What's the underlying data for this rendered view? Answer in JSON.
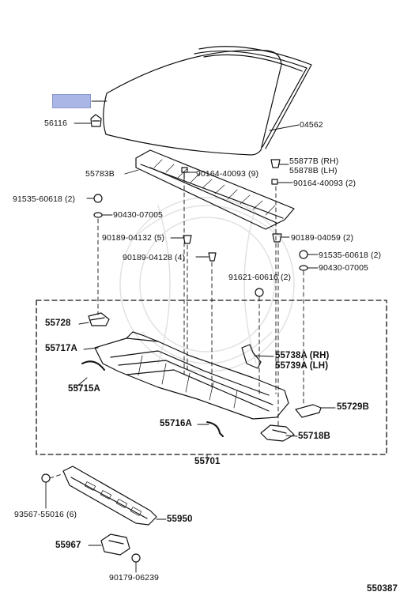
{
  "diagram_code": "550387",
  "highlight_color": "#a9b6e6",
  "parts": {
    "p56116": "56116",
    "p04562": "04562",
    "p55877b": "55877B (RH)",
    "p55878b": "55878B (LH)",
    "p55783b": "55783B",
    "p90164_9": "90164-40093 (9)",
    "p90164_2": "90164-40093 (2)",
    "p91535_l": "91535-60618 (2)",
    "p90430_l": "90430-07005",
    "p90189_5": "90189-04132 (5)",
    "p90189_2": "90189-04059 (2)",
    "p91535_r": "91535-60618 (2)",
    "p90189_4": "90189-04128 (4)",
    "p90430_r": "90430-07005",
    "p91621": "91621-60616 (2)",
    "p55728": "55728",
    "p55717a": "55717A",
    "p55738a": "55738A (RH)",
    "p55739a": "55739A (LH)",
    "p55715a": "55715A",
    "p55729b": "55729B",
    "p55716a": "55716A",
    "p55718b": "55718B",
    "p55701": "55701",
    "p93567": "93567-55016 (6)",
    "p55950": "55950",
    "p55967": "55967",
    "p90179": "90179-06239"
  }
}
